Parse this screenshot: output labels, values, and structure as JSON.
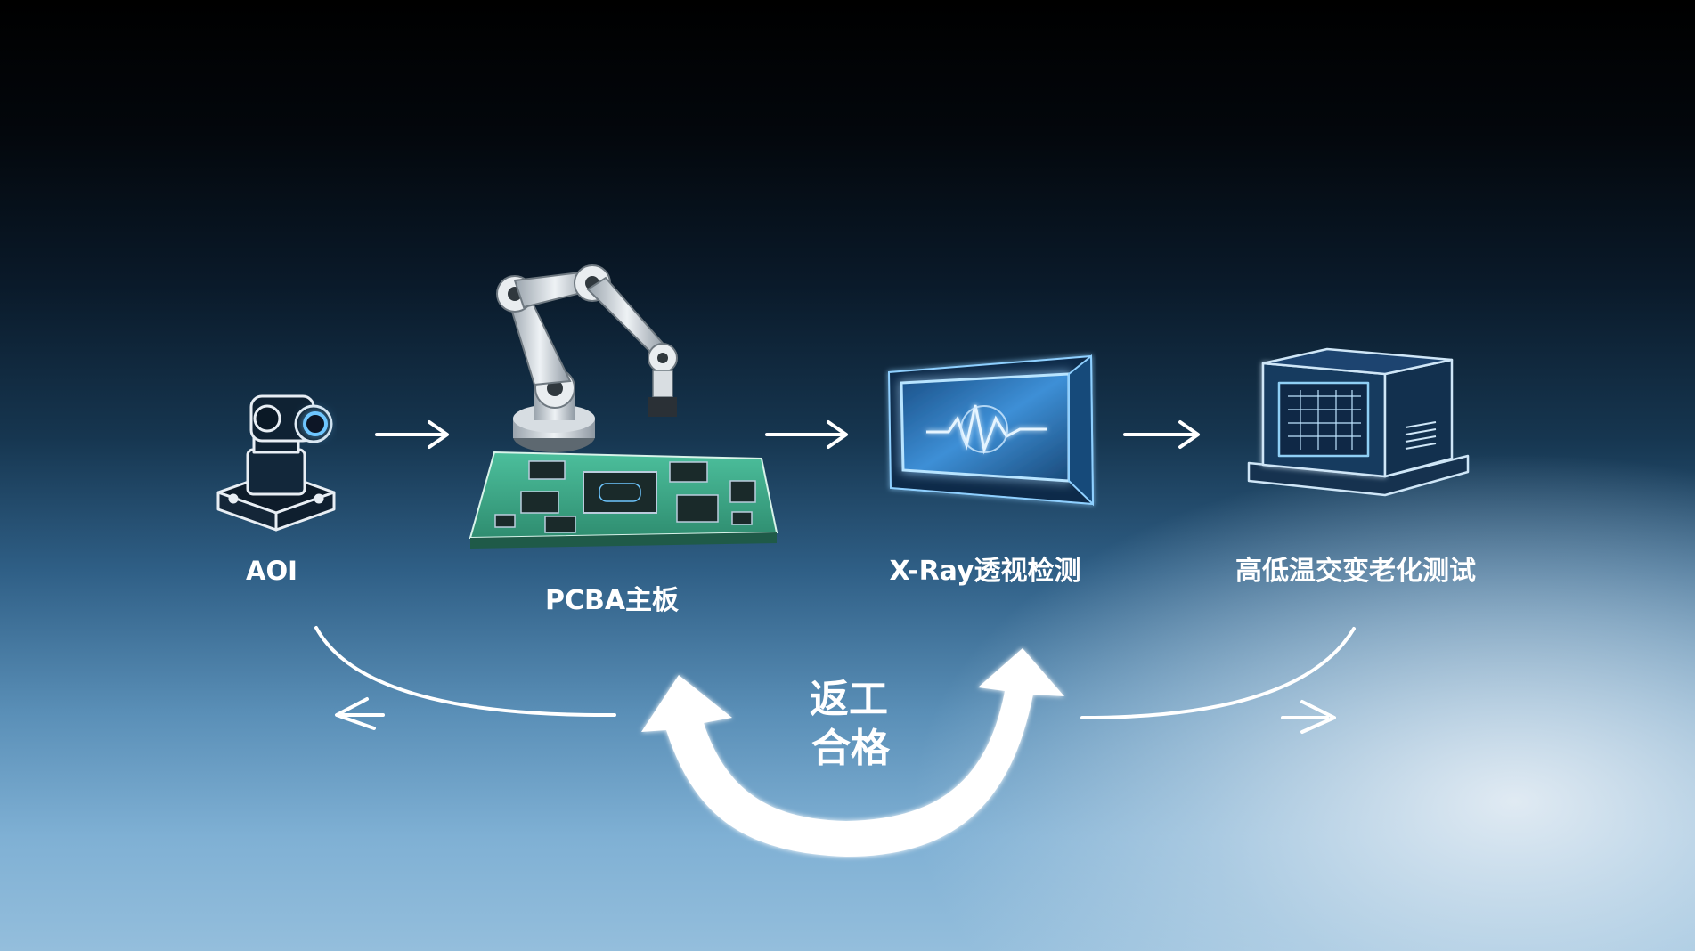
{
  "nodes": {
    "aoi": {
      "label": "AOI"
    },
    "pcba": {
      "label": "PCBA主板"
    },
    "xray": {
      "label": "X-Ray透视检测"
    },
    "aging": {
      "label": "高低温交变老化测试"
    }
  },
  "loop": {
    "rework_label": "返工",
    "pass_label": "合格"
  },
  "colors": {
    "glow": "#5ab8ff",
    "pcb_green": "#3fae8c",
    "line": "#ffffff"
  }
}
